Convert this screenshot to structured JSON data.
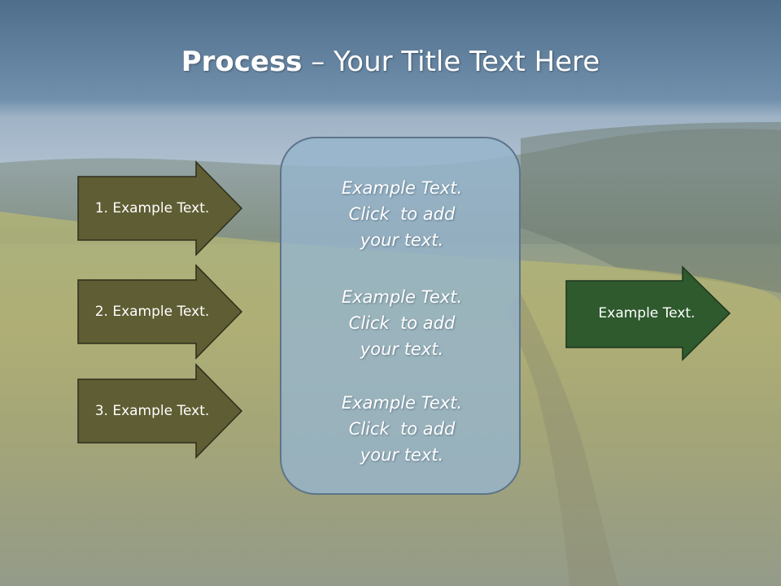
{
  "title": {
    "bold": "Process",
    "rest": " – Your Title Text Here"
  },
  "inputs": [
    {
      "label": "1. Example Text."
    },
    {
      "label": "2. Example Text."
    },
    {
      "label": "3. Example Text."
    }
  ],
  "center": {
    "blocks": [
      {
        "lines": [
          "Example Text.",
          "Click  to add",
          "your text."
        ]
      },
      {
        "lines": [
          "Example Text.",
          "Click  to add",
          "your text."
        ]
      },
      {
        "lines": [
          "Example Text.",
          "Click  to add",
          "your text."
        ]
      }
    ]
  },
  "output": {
    "label": "Example Text."
  },
  "colors": {
    "input_arrow_fill": "#5f5d33",
    "output_arrow_fill": "#2e5a2e",
    "center_box_fill": "#96b4cc",
    "title_text": "#ffffff"
  }
}
